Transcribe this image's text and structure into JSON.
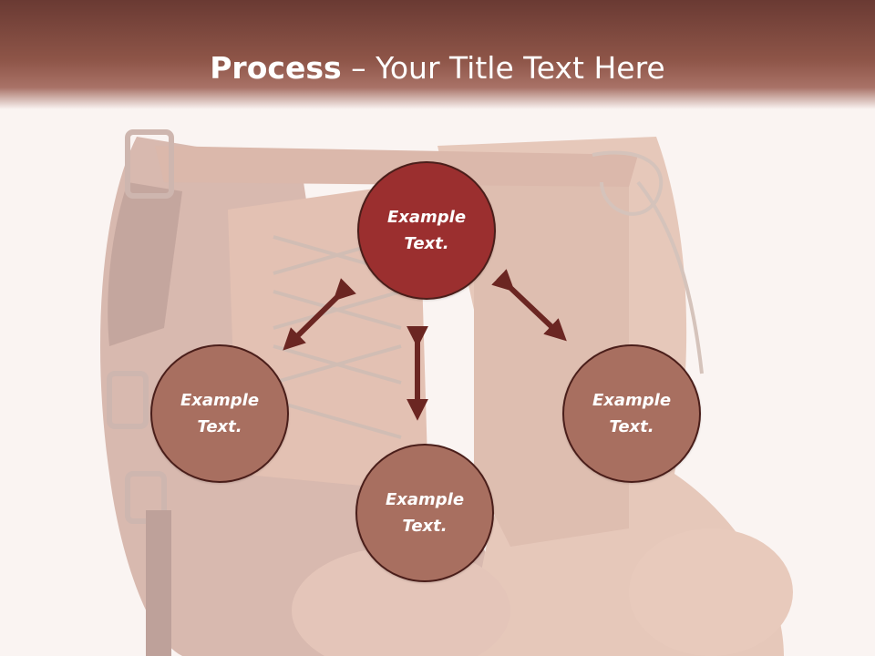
{
  "title": {
    "bold": "Process",
    "rest": " – Your Title Text Here"
  },
  "nodes": {
    "top": {
      "line1": "Example",
      "line2": "Text."
    },
    "left": {
      "line1": "Example",
      "line2": "Text."
    },
    "right": {
      "line1": "Example",
      "line2": "Text."
    },
    "bottom": {
      "line1": "Example",
      "line2": "Text."
    }
  },
  "colors": {
    "accent": "#9b2f2f",
    "node": "#a86f60",
    "arrow": "#6b2622",
    "title_bar": "#8e5548"
  },
  "background_image": "brown lace-up high-heel ankle boots (faded)"
}
